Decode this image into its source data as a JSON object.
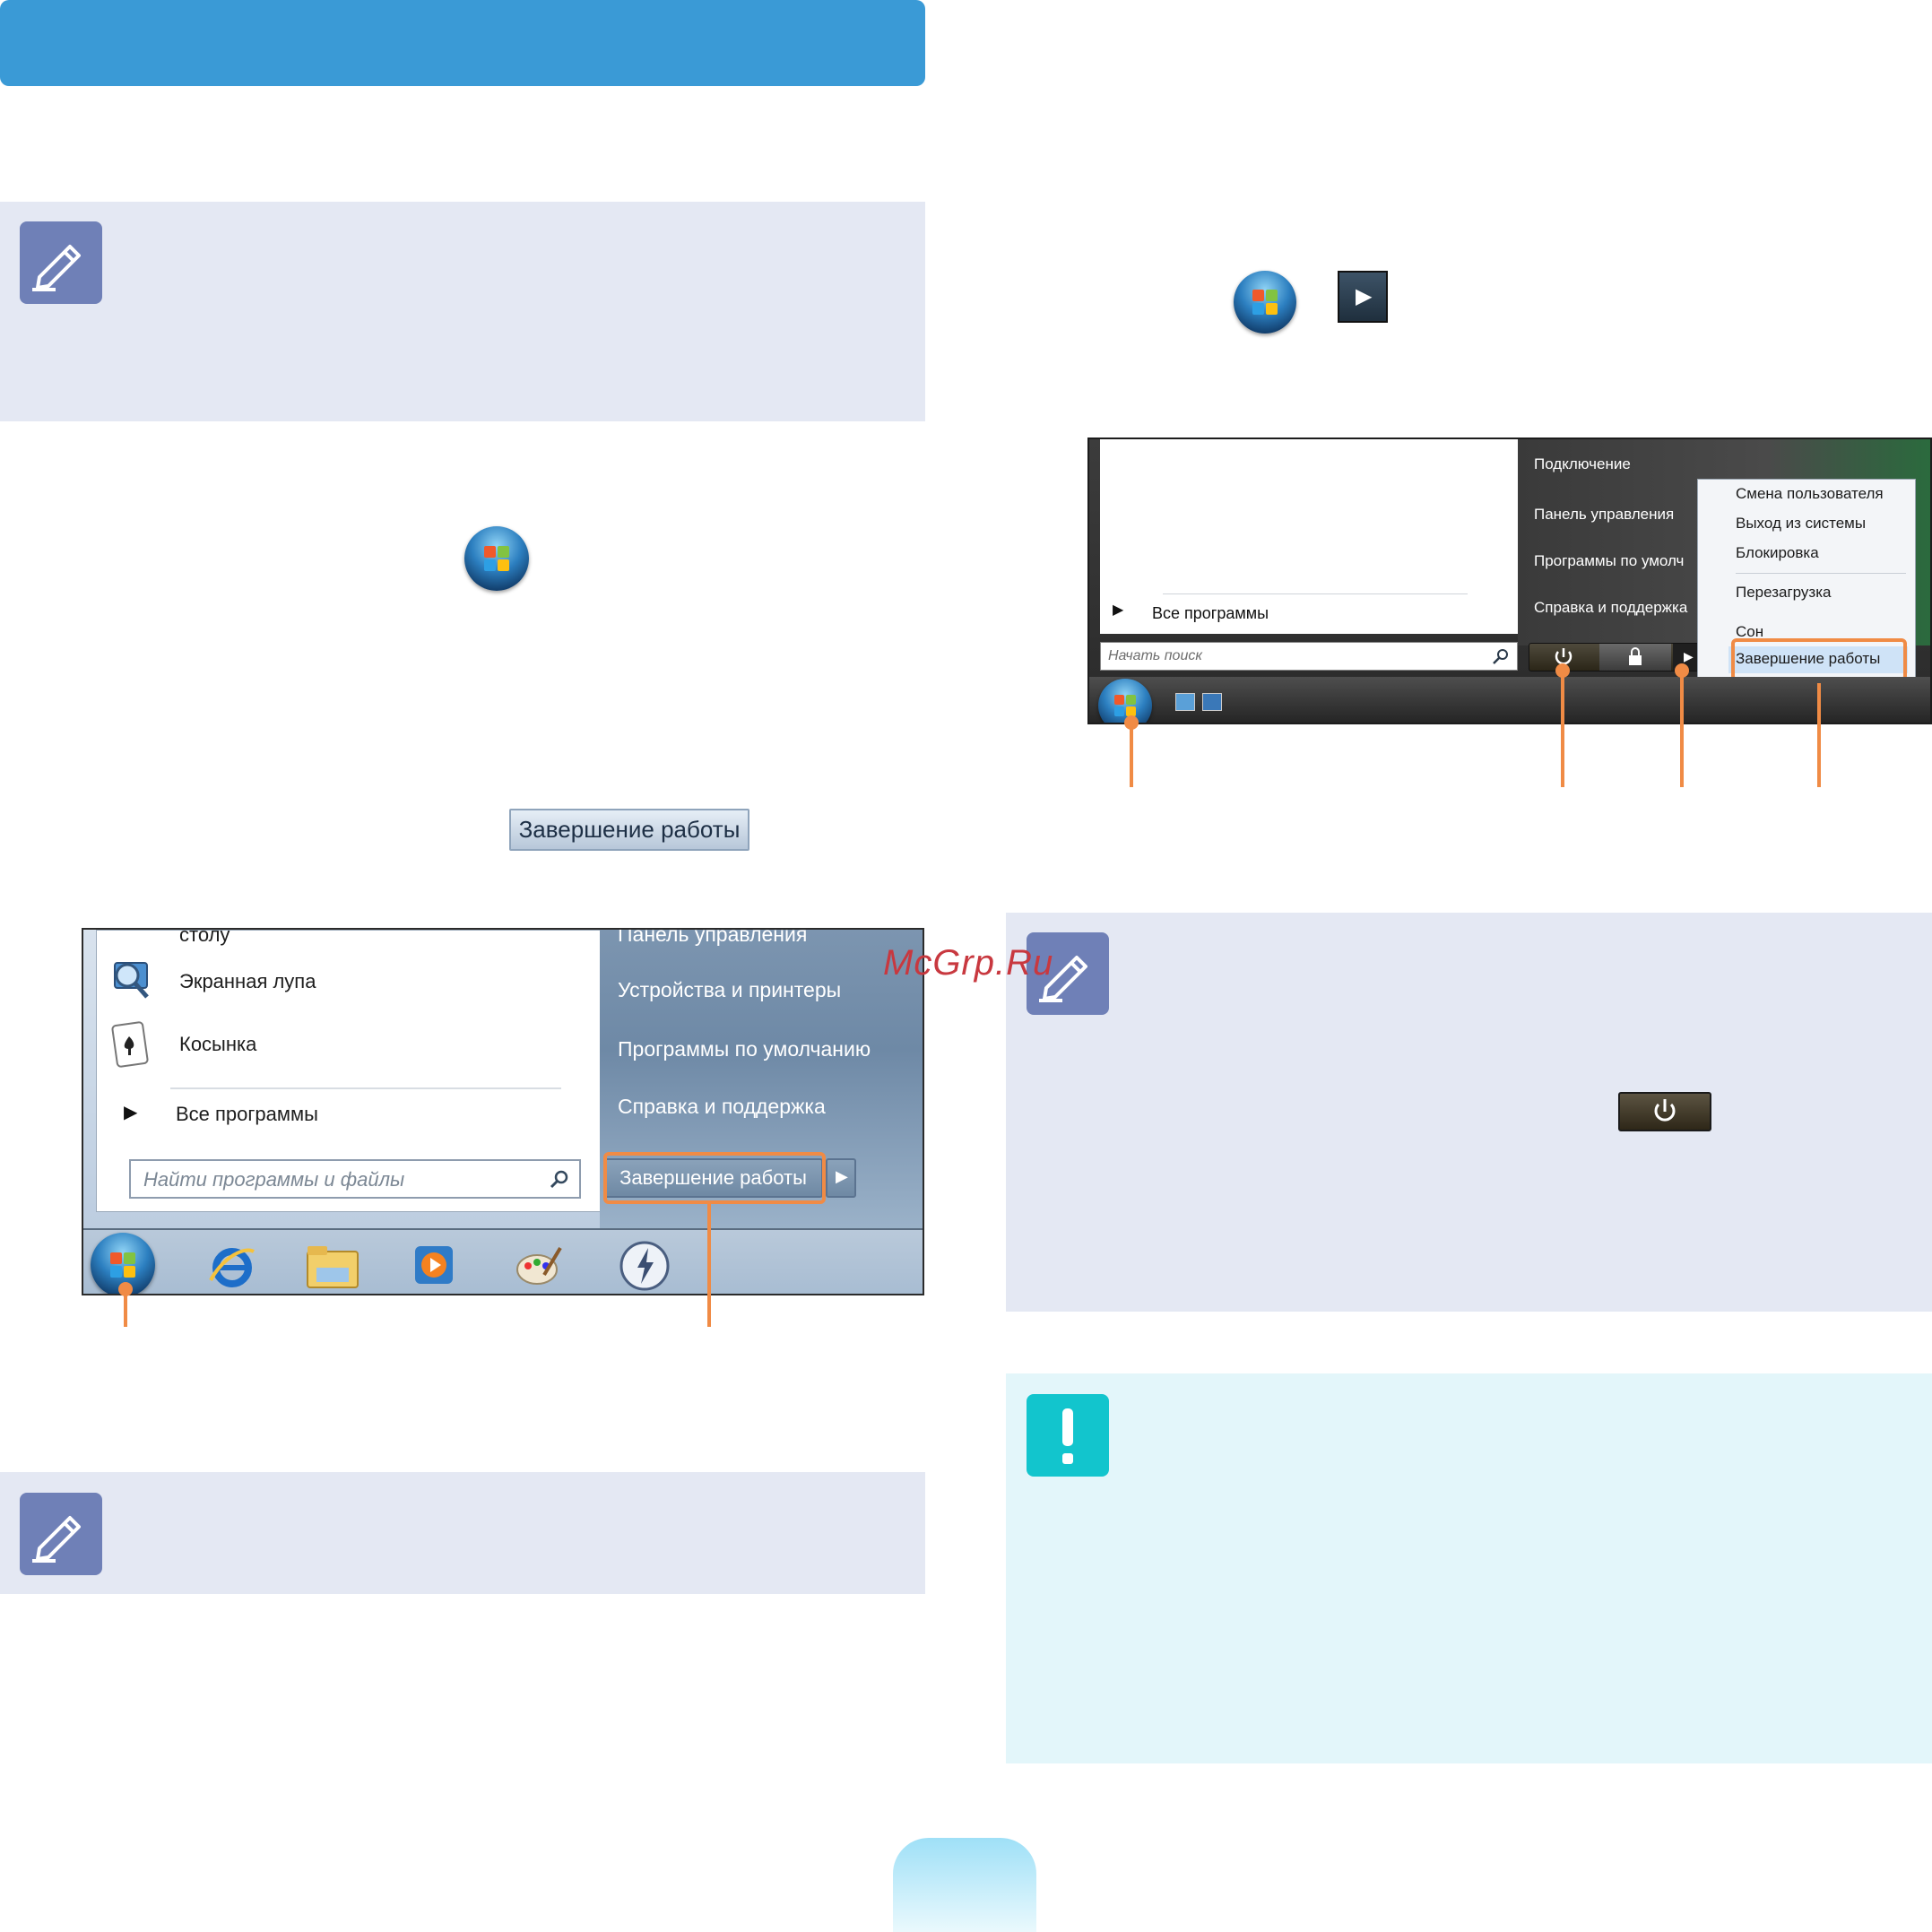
{
  "watermark": "McGrp.Ru",
  "inline_button": {
    "shutdown_label": "Завершение работы"
  },
  "win7_menu": {
    "partial_top_left": "столу",
    "left_items": [
      {
        "label": "Экранная лупа",
        "icon": "magnifier-icon"
      },
      {
        "label": "Косынка",
        "icon": "solitaire-icon"
      }
    ],
    "all_programs": "Все программы",
    "search_placeholder": "Найти программы и файлы",
    "right_items": [
      "Панель управления",
      "Устройства и принтеры",
      "Программы по умолчанию",
      "Справка и поддержка"
    ],
    "shutdown_label": "Завершение работы",
    "taskbar_icons": [
      "ie-icon",
      "folder-icon",
      "media-player-icon",
      "paint-icon",
      "power-utility-icon"
    ]
  },
  "vista_menu": {
    "right_items": [
      "Подключение",
      "Панель управления",
      "Программы по умолч",
      "Справка и поддержка"
    ],
    "all_programs": "Все программы",
    "search_placeholder": "Начать поиск",
    "submenu_items": [
      "Смена пользователя",
      "Выход из системы",
      "Блокировка",
      "Перезагрузка",
      "Сон",
      "Завершение работы"
    ]
  },
  "colors": {
    "header": "#3a9ad6",
    "note_bg": "#e4e8f3",
    "warn_bg": "#e3f6fa",
    "accent_orange": "#f08b45"
  }
}
